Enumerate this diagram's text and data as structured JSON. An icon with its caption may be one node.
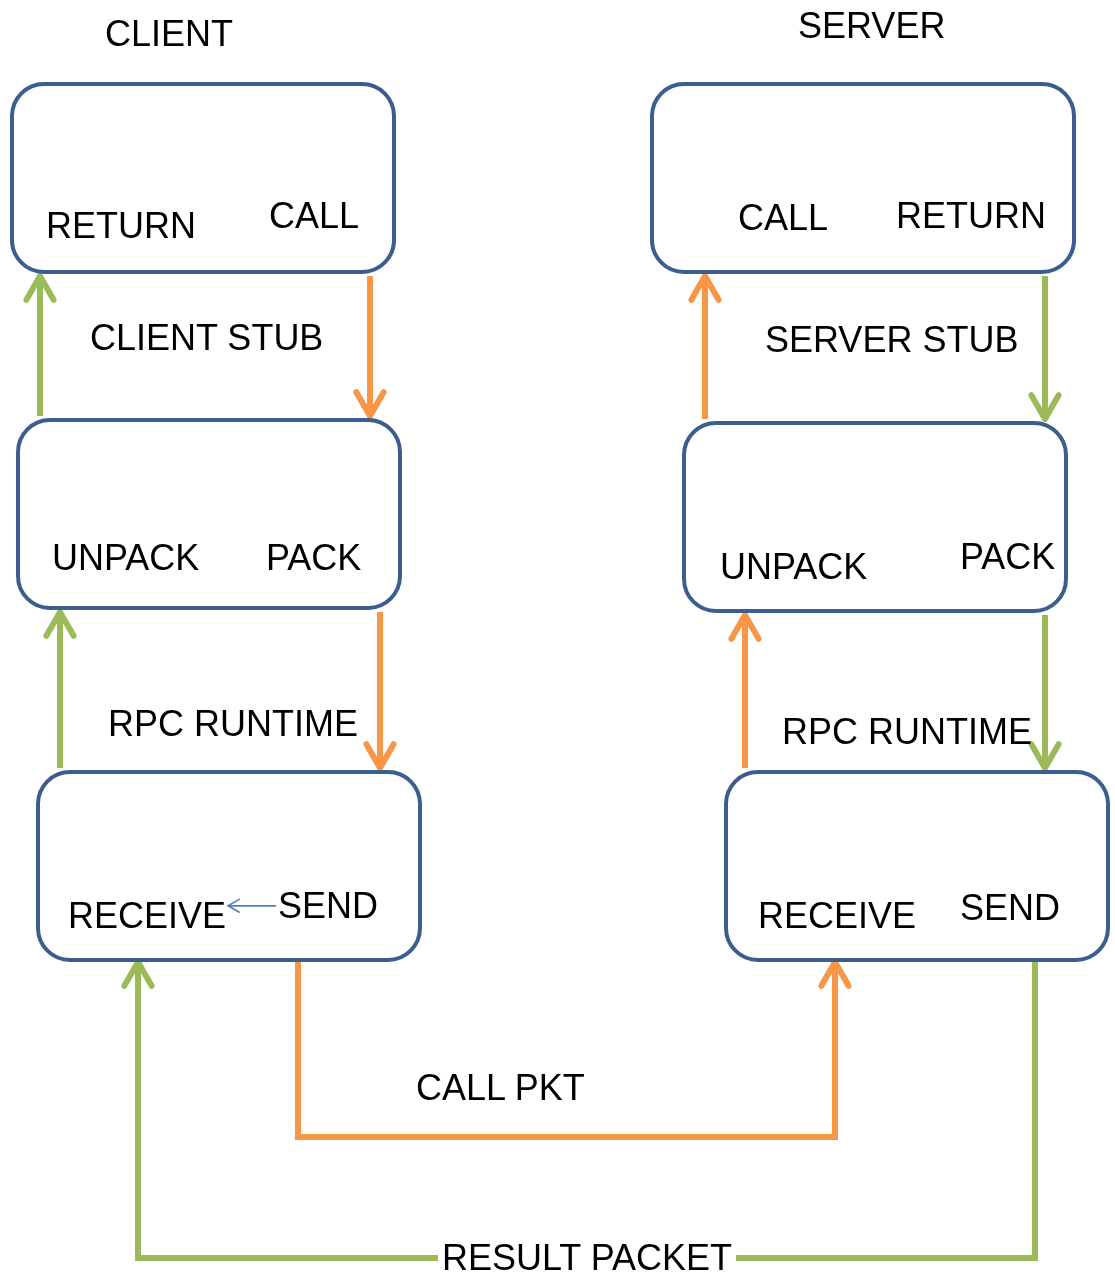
{
  "diagram": {
    "nodes": [
      {
        "text": [
          "CLIENT"
        ]
      },
      {
        "text": [
          "RETURN"
        ],
        "in": 0
      },
      {
        "text": [
          "CALL"
        ],
        "in": 0
      },
      {
        "text": [
          "CLIENT STUB"
        ]
      },
      {
        "text": [
          "UNPACK"
        ],
        "in": 3
      },
      {
        "text": [
          "PACK"
        ],
        "in": 3
      },
      {
        "text": [
          "RPC RUNTIME"
        ]
      },
      {
        "text": [
          "RECEIVE"
        ],
        "in": 6
      },
      {
        "text": [
          "SEND"
        ],
        "in": 6
      },
      {
        "text": [
          "SERVER"
        ]
      },
      {
        "text": [
          "CALL"
        ],
        "in": 9
      },
      {
        "text": [
          "RETURN"
        ],
        "in": 9
      },
      {
        "text": [
          "SERVER STUB"
        ]
      },
      {
        "text": [
          "UNPACK"
        ],
        "in": 12
      },
      {
        "text": [
          "PACK"
        ],
        "in": 12
      },
      {
        "text": [
          "RPC RUNTIME"
        ]
      },
      {
        "text": [
          "RECEIVE"
        ],
        "in": 15
      },
      {
        "text": [
          "SEND"
        ],
        "in": 15
      }
    ],
    "edges": [
      {
        "from": 0,
        "to": 3,
        "arrow": "to",
        "color": "#f79646"
      },
      {
        "from": 3,
        "to": 0,
        "arrow": "to",
        "color": "#9bbb59"
      },
      {
        "from": 3,
        "to": 6,
        "arrow": "to",
        "color": "#f79646"
      },
      {
        "from": 6,
        "to": 3,
        "arrow": "to",
        "color": "#9bbb59"
      },
      {
        "from": 8,
        "to": 7,
        "arrow": "to",
        "color": "#4f81bd"
      },
      {
        "from": 6,
        "to": 15,
        "arrow": "to",
        "label": "CALL PKT",
        "color": "#f79646"
      },
      {
        "from": 15,
        "to": 6,
        "arrow": "to",
        "label": "RESULT PACKET",
        "color": "#9bbb59"
      },
      {
        "from": 15,
        "to": 12,
        "arrow": "to",
        "color": "#f79646"
      },
      {
        "from": 12,
        "to": 9,
        "arrow": "to",
        "color": "#f79646"
      },
      {
        "from": 9,
        "to": 12,
        "arrow": "to",
        "color": "#9bbb59"
      },
      {
        "from": 12,
        "to": 15,
        "arrow": "to",
        "color": "#9bbb59"
      }
    ]
  }
}
